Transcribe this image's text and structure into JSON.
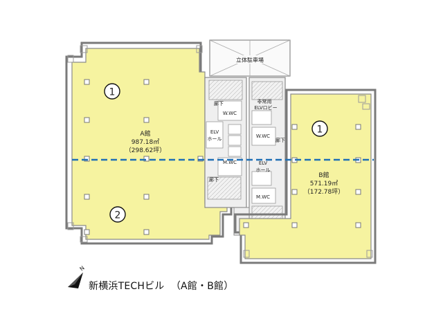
{
  "building_name": "新横浜TECHビル",
  "building_scope": "（A館・B館）",
  "north_label": "N",
  "parking_label": "立体駐車場",
  "a_wing": {
    "name": "A館",
    "area_sqm": "987.18㎡",
    "area_tsubo": "（298.62坪）"
  },
  "b_wing": {
    "name": "B館",
    "area_sqm": "571.19㎡",
    "area_tsubo": "（172.78坪）"
  },
  "zone_marks": {
    "a_upper": "1",
    "a_lower": "2",
    "b_upper": "1"
  },
  "core_labels": {
    "corridor_top": "廊下",
    "wwc_a": "W.WC",
    "elv_hall_a_1": "ELV",
    "elv_hall_a_2": "ホール",
    "mwc_a": "M.WC",
    "corridor_mid": "廊下",
    "emergency_1": "非常用",
    "emergency_2": "ELVロビー",
    "wwc_b": "W.WC",
    "corridor_b": "廊下",
    "elv_hall_b_1": "ELV",
    "elv_hall_b_2": "ホール",
    "mwc_b": "M.WC"
  },
  "colors": {
    "tenant_fill": "#f6f3a0",
    "divider": "#1f6fb5",
    "wall": "#7a7a7a",
    "core_fill": "#efefef"
  }
}
